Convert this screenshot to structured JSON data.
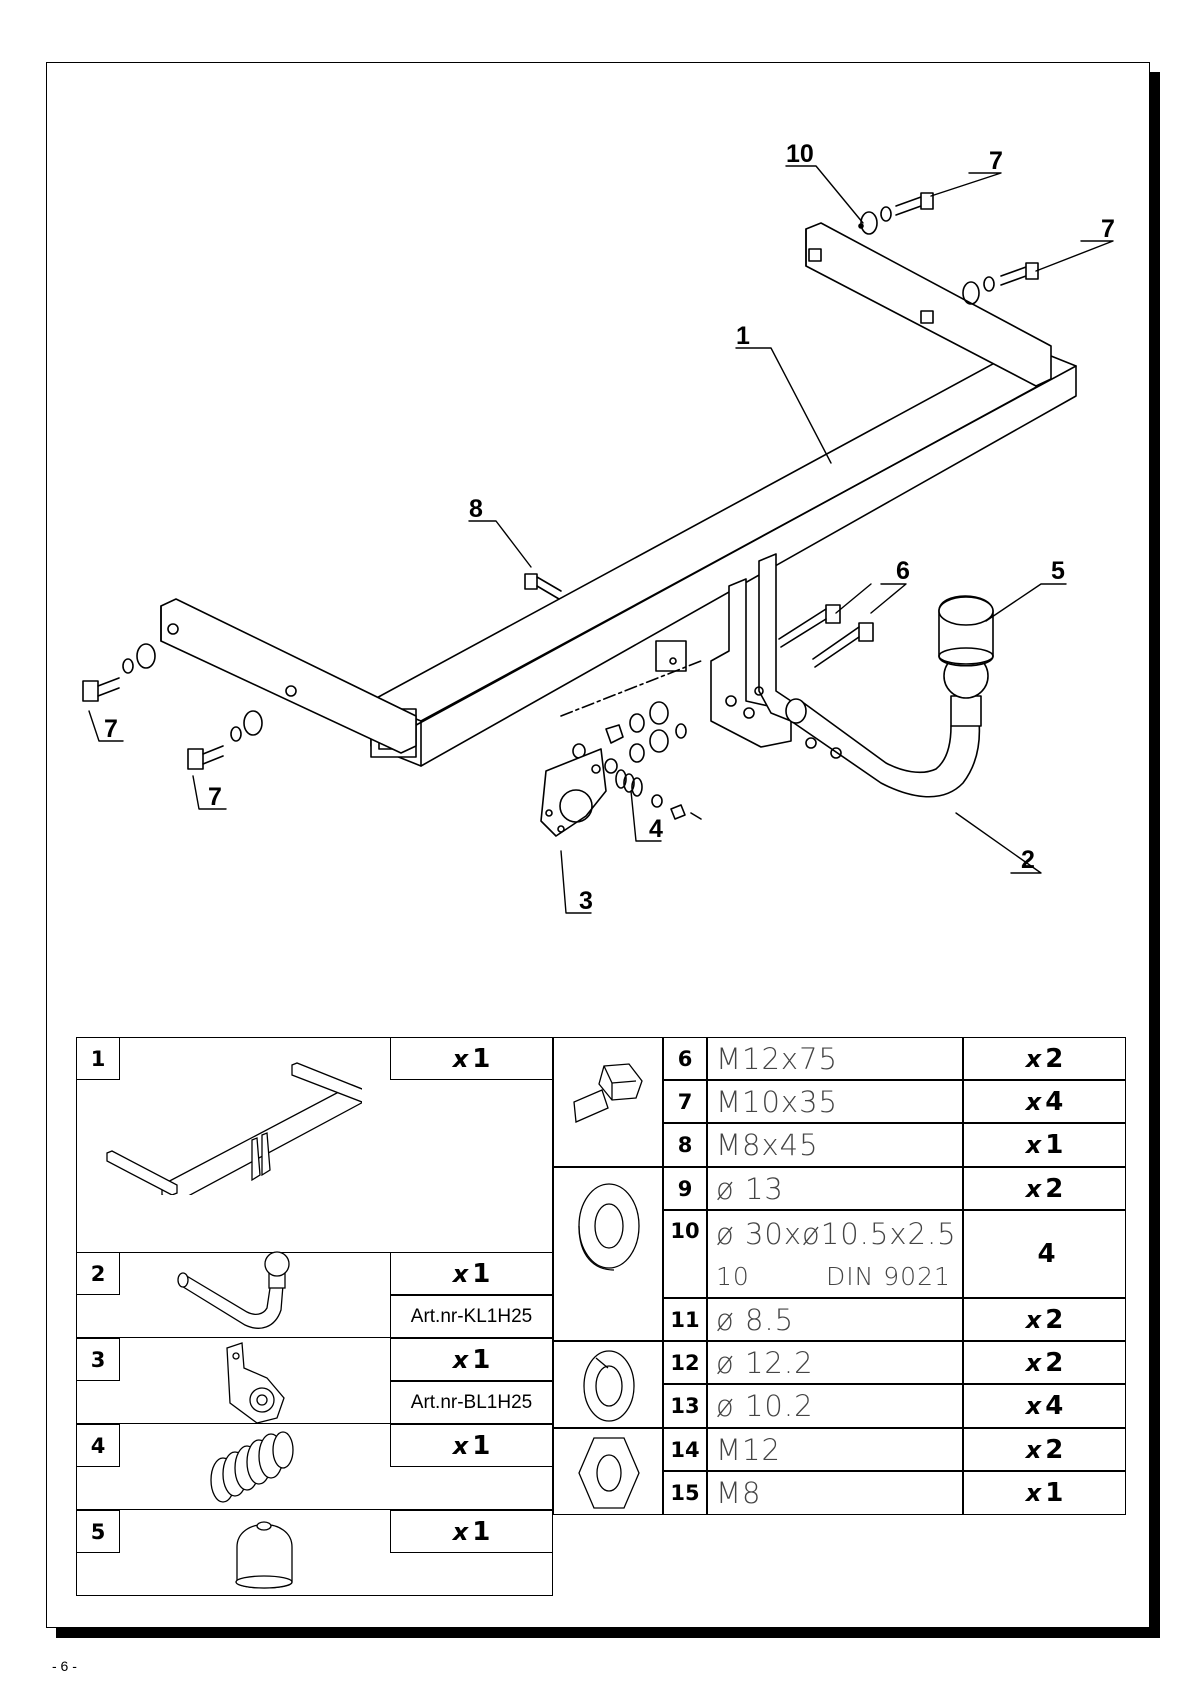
{
  "callouts": {
    "c1": "1",
    "c2": "2",
    "c3": "3",
    "c4": "4",
    "c5": "5",
    "c6": "6",
    "c7a": "7",
    "c7b": "7",
    "c7c": "7",
    "c7d": "7",
    "c8": "8",
    "c10": "10"
  },
  "left_parts": [
    {
      "num": "1",
      "qty_x": "x",
      "qty": "1",
      "art": ""
    },
    {
      "num": "2",
      "qty_x": "x",
      "qty": "1",
      "art": "Art.nr-KL1H25"
    },
    {
      "num": "3",
      "qty_x": "x",
      "qty": "1",
      "art": "Art.nr-BL1H25"
    },
    {
      "num": "4",
      "qty_x": "x",
      "qty": "1",
      "art": ""
    },
    {
      "num": "5",
      "qty_x": "x",
      "qty": "1",
      "art": ""
    }
  ],
  "right_parts": [
    {
      "num": "6",
      "spec": "M12x75",
      "qty_x": "x",
      "qty": "2"
    },
    {
      "num": "7",
      "spec": "M10x35",
      "qty_x": "x",
      "qty": "4"
    },
    {
      "num": "8",
      "spec": "M8x45",
      "qty_x": "x",
      "qty": "1"
    },
    {
      "num": "9",
      "spec": "ø 13",
      "qty_x": "x",
      "qty": "2"
    },
    {
      "num": "10",
      "spec": "ø 30xø10.5x2.5",
      "spec2a": "10",
      "spec2b": "DIN 9021",
      "qty_x": "",
      "qty": "4"
    },
    {
      "num": "11",
      "spec": "ø 8.5",
      "qty_x": "x",
      "qty": "2"
    },
    {
      "num": "12",
      "spec": "ø 12.2",
      "qty_x": "x",
      "qty": "2"
    },
    {
      "num": "13",
      "spec": "ø 10.2",
      "qty_x": "x",
      "qty": "4"
    },
    {
      "num": "14",
      "spec": "M12",
      "qty_x": "x",
      "qty": "2"
    },
    {
      "num": "15",
      "spec": "M8",
      "qty_x": "x",
      "qty": "1"
    }
  ],
  "page_number": "- 6 -"
}
